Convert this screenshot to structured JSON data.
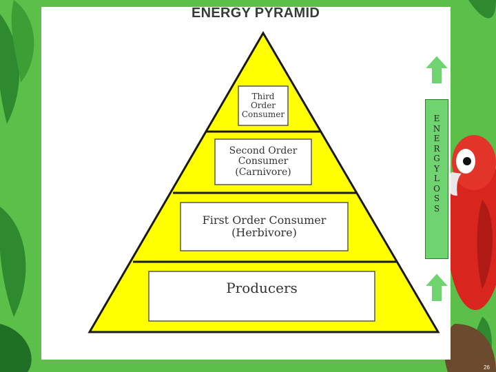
{
  "slide": {
    "title": "ENERGY PYRAMID",
    "page_number": "26"
  },
  "pyramid": {
    "fill_color": "#ffff00",
    "outline_color": "#1a1a1a",
    "tiers": [
      {
        "label": "Third\nOrder\nConsumer"
      },
      {
        "label": "Second Order\nConsumer\n(Carnivore)"
      },
      {
        "label": "First Order Consumer\n(Herbivore)"
      },
      {
        "label": "Producers"
      }
    ]
  },
  "energy_indicator": {
    "letters": [
      "E",
      "N",
      "E",
      "R",
      "G",
      "Y",
      "",
      "L",
      "O",
      "S",
      "S"
    ],
    "arrow_direction": "up",
    "color": "#6fd36f"
  },
  "background": {
    "color": "#5cbf4a",
    "decoration": "jungle leaves with parrot"
  }
}
